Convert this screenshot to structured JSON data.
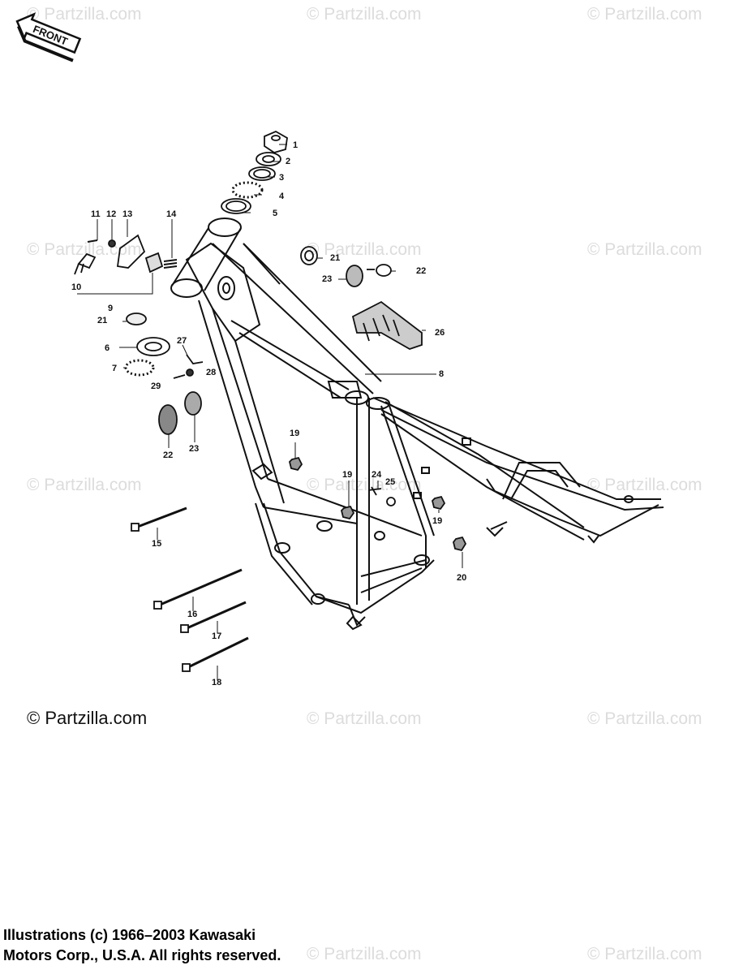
{
  "front_badge": "FRONT",
  "watermark_text": "© Partzilla.com",
  "copyright_main": "© Partzilla.com",
  "credit_line1": "Illustrations (c) 1966–2003 Kawasaki",
  "credit_line2": "Motors Corp., U.S.A.  All rights reserved.",
  "callouts": [
    "1",
    "2",
    "3",
    "4",
    "5",
    "8",
    "9",
    "10",
    "11",
    "12",
    "13",
    "14",
    "21",
    "22",
    "23",
    "26",
    "21",
    "6",
    "27",
    "7",
    "28",
    "29",
    "22",
    "23",
    "19",
    "19",
    "24",
    "25",
    "19",
    "20",
    "15",
    "16",
    "17",
    "18"
  ],
  "colors": {
    "ink": "#111111",
    "watermark": "#dcdcdc"
  }
}
